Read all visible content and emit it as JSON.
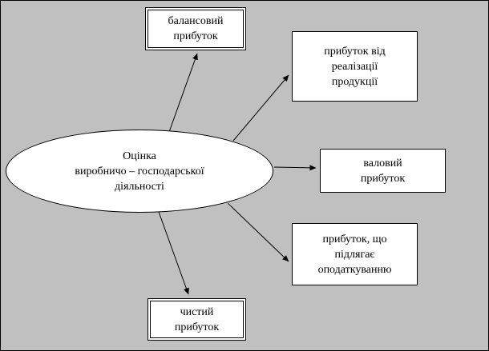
{
  "diagram": {
    "center": {
      "line1": "Оцінка",
      "line2": "виробничо – господарської",
      "line3": "діяльності"
    },
    "boxes": {
      "balance": {
        "line1": "балансовий",
        "line2": "прибуток"
      },
      "sales": {
        "line1": "прибуток від",
        "line2": "реалізації",
        "line3": "продукції"
      },
      "gross": {
        "line1": "валовий",
        "line2": "прибуток"
      },
      "taxable": {
        "line1": "прибуток, що",
        "line2": "підлягає",
        "line3": "оподаткуванню"
      },
      "net": {
        "line1": "чистий",
        "line2": "прибуток"
      }
    },
    "colors": {
      "background": "#c0c0c0",
      "node_fill": "#ffffff",
      "border": "#000000",
      "text": "#000000"
    }
  }
}
